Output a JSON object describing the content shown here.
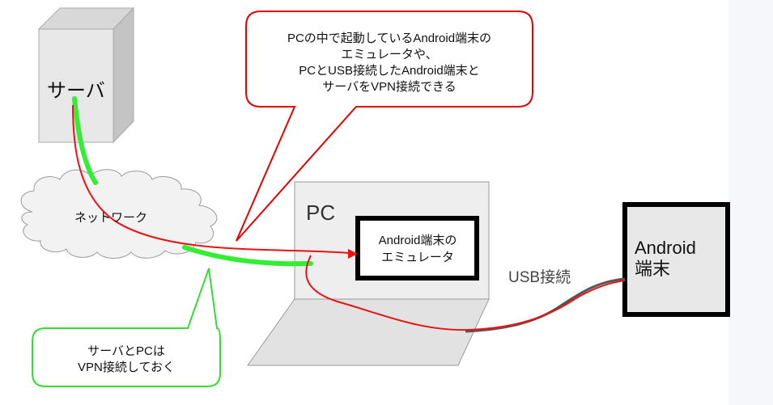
{
  "labels": {
    "server": "サーバ",
    "network": "ネットワーク",
    "pc": "PC",
    "emulator_line1": "Android端末の",
    "emulator_line2": "エミュレータ",
    "device_line1": "Android",
    "device_line2": "端末",
    "usb": "USB接続"
  },
  "callouts": {
    "top": [
      "PCの中で起動しているAndroid端末の",
      "エミュレータや、",
      "PCとUSB接続したAndroid端末と",
      "サーバをVPN接続できる"
    ],
    "bottom": [
      "サーバとPCは",
      "VPN接続しておく"
    ]
  },
  "colors": {
    "green_link": "#33ee33",
    "red_link": "#ee1111",
    "callout_red": "#e60000",
    "callout_green": "#33dd33",
    "usb_cable": "#555555",
    "box_fill": "#e8e8e8",
    "box_side": "#c4c4c4",
    "border_black": "#000000"
  }
}
